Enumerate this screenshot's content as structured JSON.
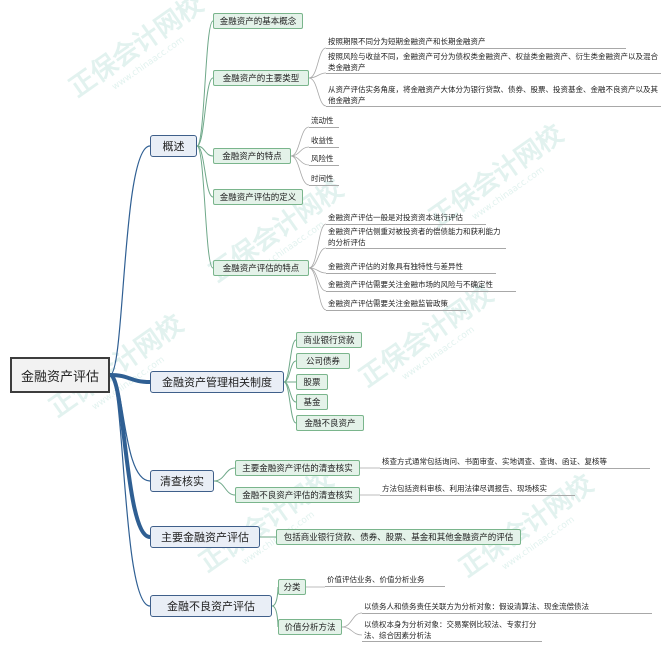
{
  "root": "金融资产评估",
  "watermark": {
    "brand": "正保会计网校",
    "url": "www.chinaacc.com"
  },
  "sections": {
    "overview": {
      "label": "概述",
      "concept": "金融资产的基本概念",
      "types": {
        "label": "金融资产的主要类型",
        "items": [
          "按照期限不同分为短期金融资产和长期金融资产",
          "按照风险与收益不同，金融资产可分为债权类金融资产、权益类金融资产、衍生类金融资产以及混合类金融资产",
          "从资产评估实务角度，将金融资产大体分为银行贷款、债券、股票、投资基金、金融不良资产以及其他金融资产"
        ]
      },
      "traits": {
        "label": "金融资产的特点",
        "items": [
          "流动性",
          "收益性",
          "风险性",
          "时间性"
        ]
      },
      "definition": "金融资产评估的定义",
      "eval_traits": {
        "label": "金融资产评估的特点",
        "items": [
          "金融资产评估一般是对投资资本进行评估",
          "金融资产评估侧重对被投资者的偿债能力和获利能力的分析评估",
          "金融资产评估的对象具有独特性与差异性",
          "金融资产评估需要关注金融市场的风险与不确定性",
          "金融资产评估需要关注金融监管政策"
        ]
      }
    },
    "system": {
      "label": "金融资产管理相关制度",
      "items": [
        "商业银行贷款",
        "公司债券",
        "股票",
        "基金",
        "金融不良资产"
      ]
    },
    "verification": {
      "label": "清查核实",
      "main": {
        "label": "主要金融资产评估的清查核实",
        "detail": "核查方式通常包括询问、书面审查、实地调查、查询、函证、复核等"
      },
      "npa": {
        "label": "金融不良资产评估的清查核实",
        "detail": "方法包括资料审核、利用法律尽调报告、现场核实"
      }
    },
    "main_eval": {
      "label": "主要金融资产评估",
      "detail": "包括商业银行贷款、债券、股票、基金和其他金融资产的评估"
    },
    "npa_eval": {
      "label": "金融不良资产评估",
      "classify": {
        "label": "分类",
        "detail": "价值评估业务、价值分析业务"
      },
      "method": {
        "label": "价值分析方法",
        "items": [
          "以债务人和债务责任关联方为分析对象：假设清算法、现金流偿债法",
          "以债权本身为分析对象：交易案例比较法、专家打分法、综合因素分析法"
        ]
      }
    }
  }
}
